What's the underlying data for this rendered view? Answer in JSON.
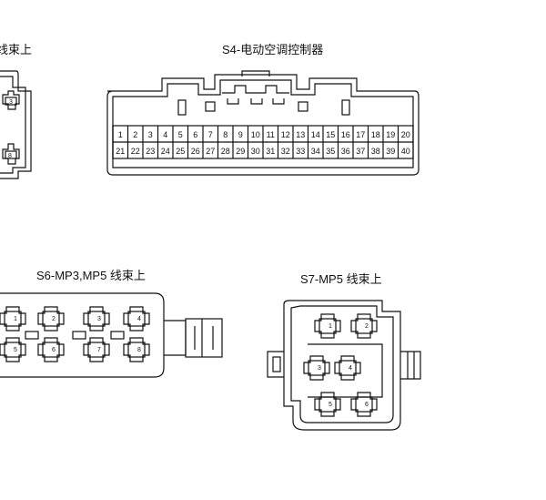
{
  "labels": {
    "s3_partial": "线束上",
    "s4": "S4-电动空调控制器",
    "s6": "S6-MP3,MP5 线束上",
    "s7": "S7-MP5 线束上"
  },
  "s3_partial_pins": [
    "3",
    "8"
  ],
  "s4_pins_row1": [
    "1",
    "2",
    "3",
    "4",
    "5",
    "6",
    "7",
    "8",
    "9",
    "10",
    "11",
    "12",
    "13",
    "14",
    "15",
    "16",
    "17",
    "18",
    "19",
    "20"
  ],
  "s4_pins_row2": [
    "21",
    "22",
    "23",
    "24",
    "25",
    "26",
    "27",
    "28",
    "29",
    "30",
    "31",
    "32",
    "33",
    "34",
    "35",
    "36",
    "37",
    "38",
    "39",
    "40"
  ],
  "s6_pins": [
    "1",
    "2",
    "3",
    "4",
    "5",
    "6",
    "7",
    "8"
  ],
  "s7_pins": [
    "1",
    "2",
    "3",
    "4",
    "5",
    "6"
  ]
}
